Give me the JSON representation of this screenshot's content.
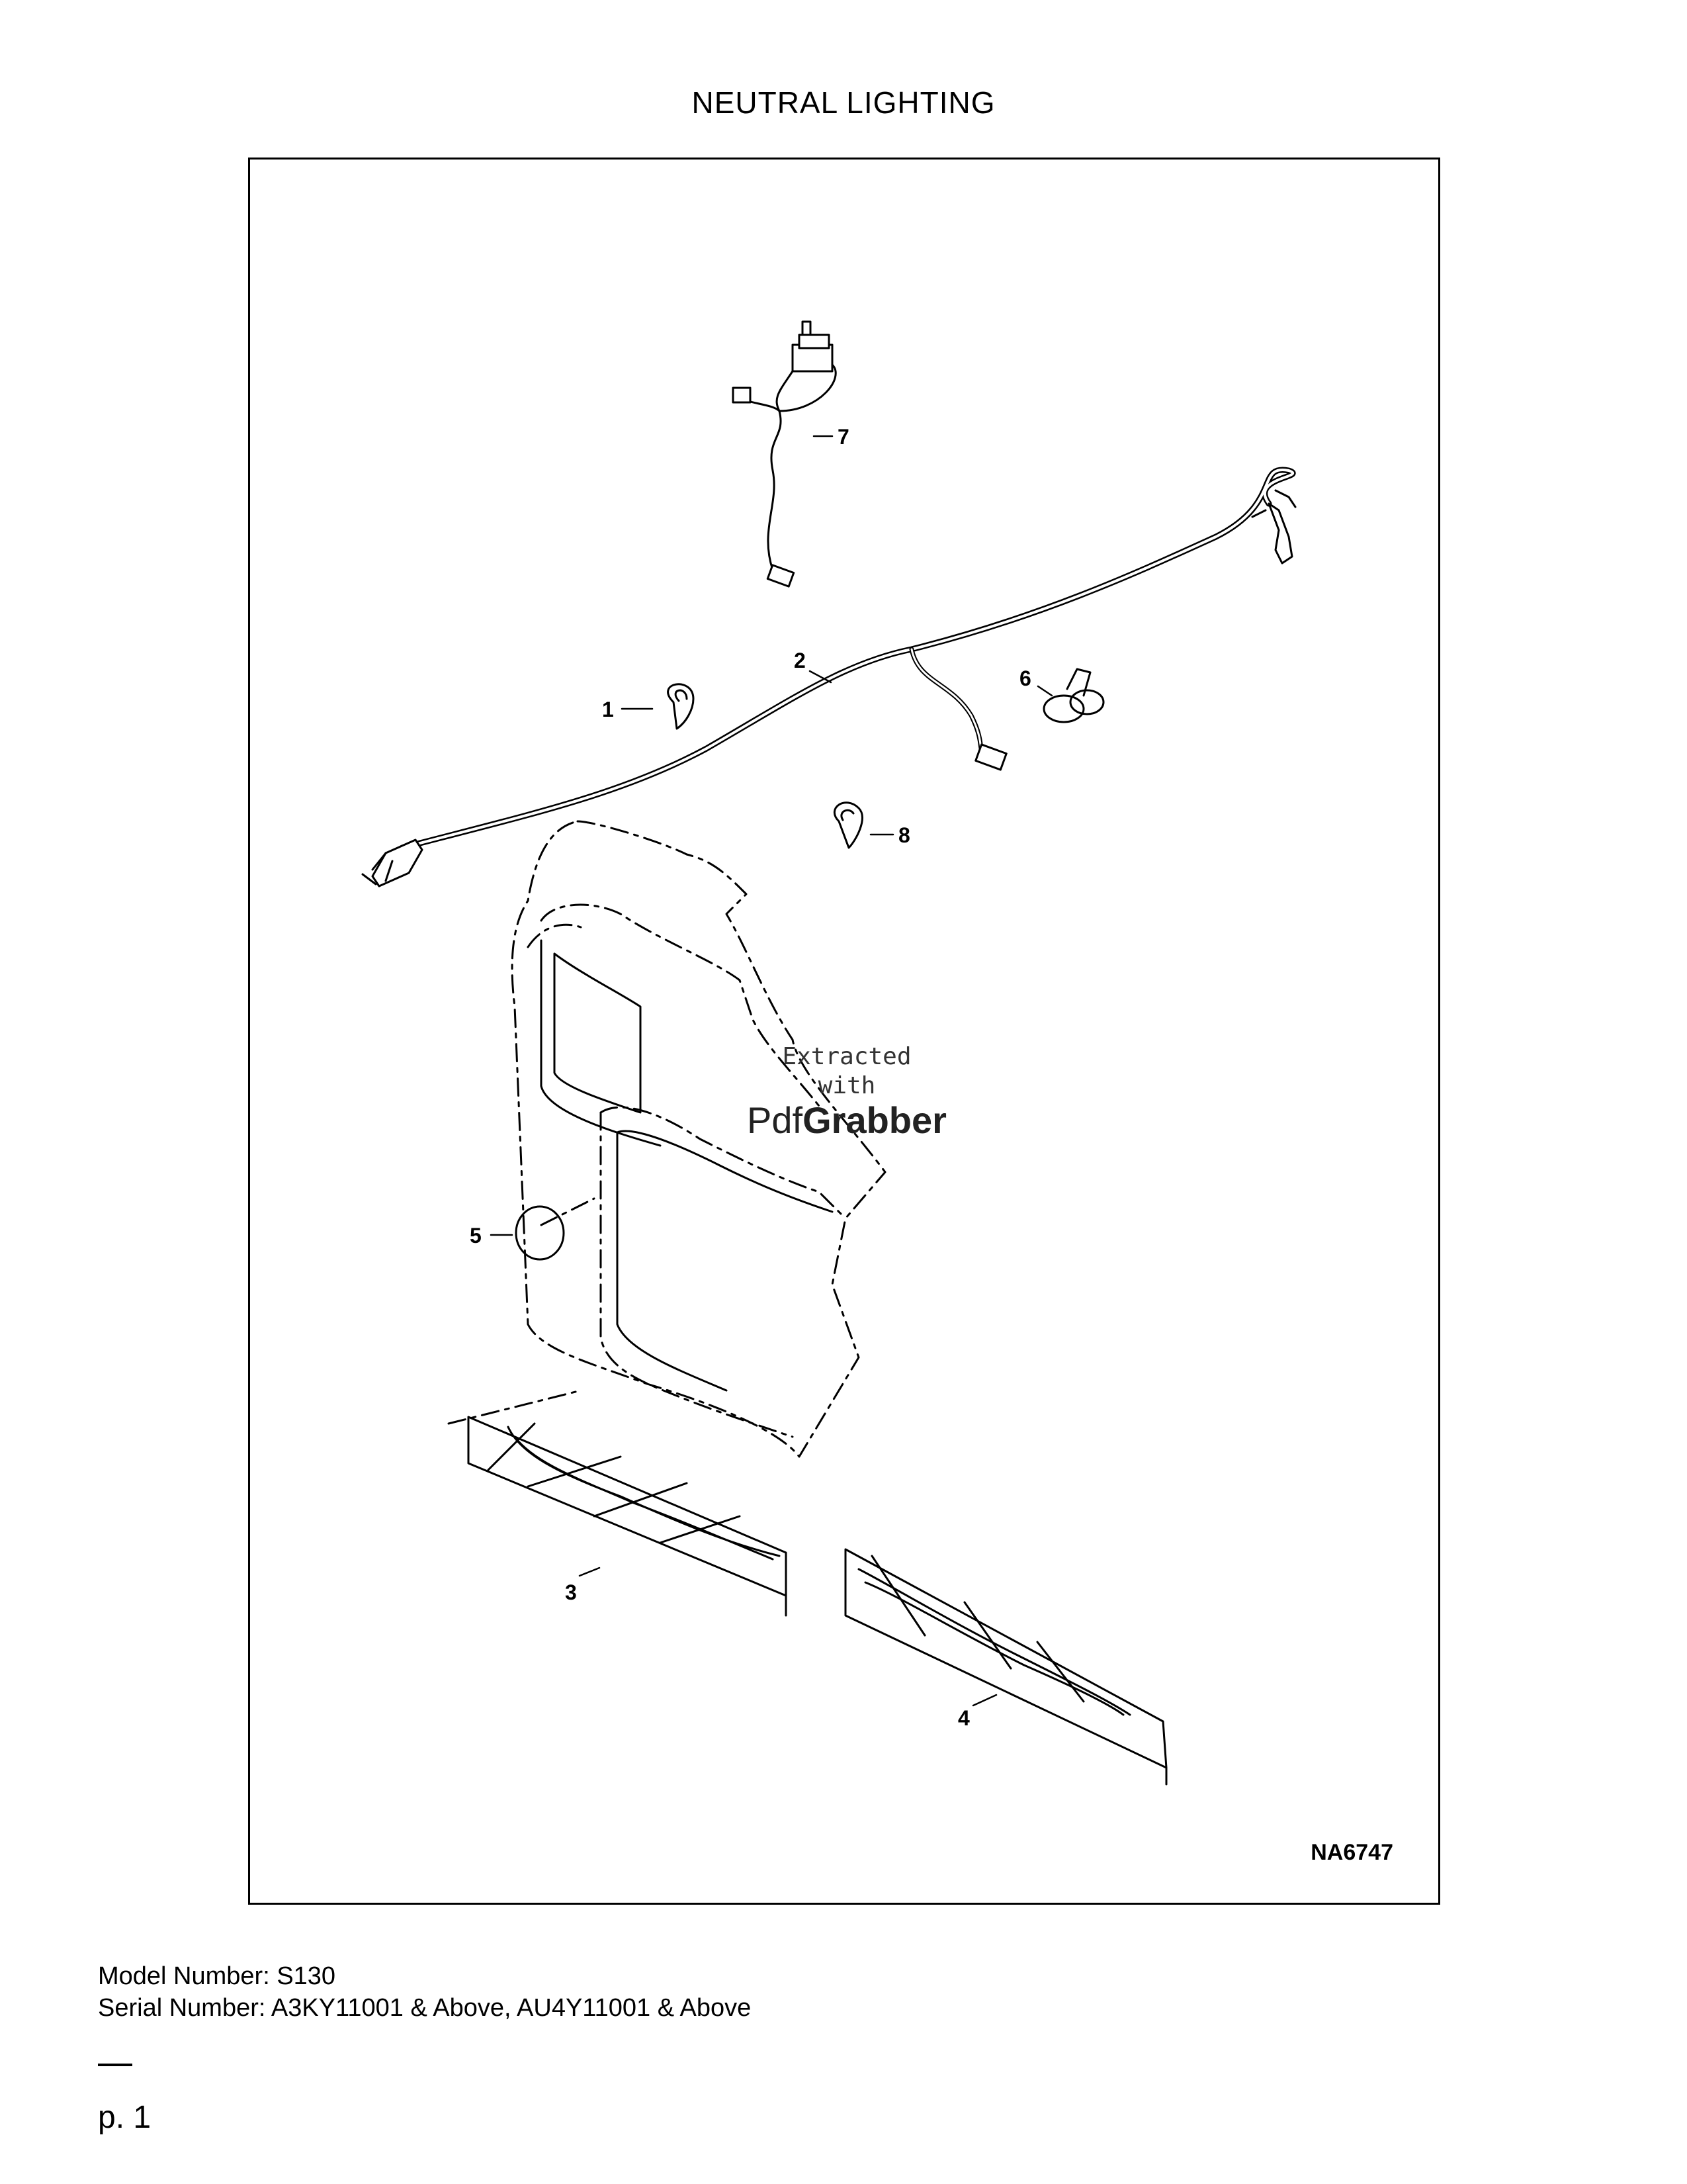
{
  "page": {
    "title": "NEUTRAL LIGHTING",
    "model_label": "Model Number: S130",
    "serial_label": "Serial Number: A3KY11001 & Above, AU4Y11001 & Above",
    "page_number": "p. 1"
  },
  "figure": {
    "code": "NA6747",
    "callouts": [
      "1",
      "2",
      "3",
      "4",
      "5",
      "6",
      "7",
      "8"
    ]
  },
  "watermark": {
    "line1": "Extracted",
    "line2": "with",
    "brand_light": "Pdf",
    "brand_bold": "Grabber"
  }
}
